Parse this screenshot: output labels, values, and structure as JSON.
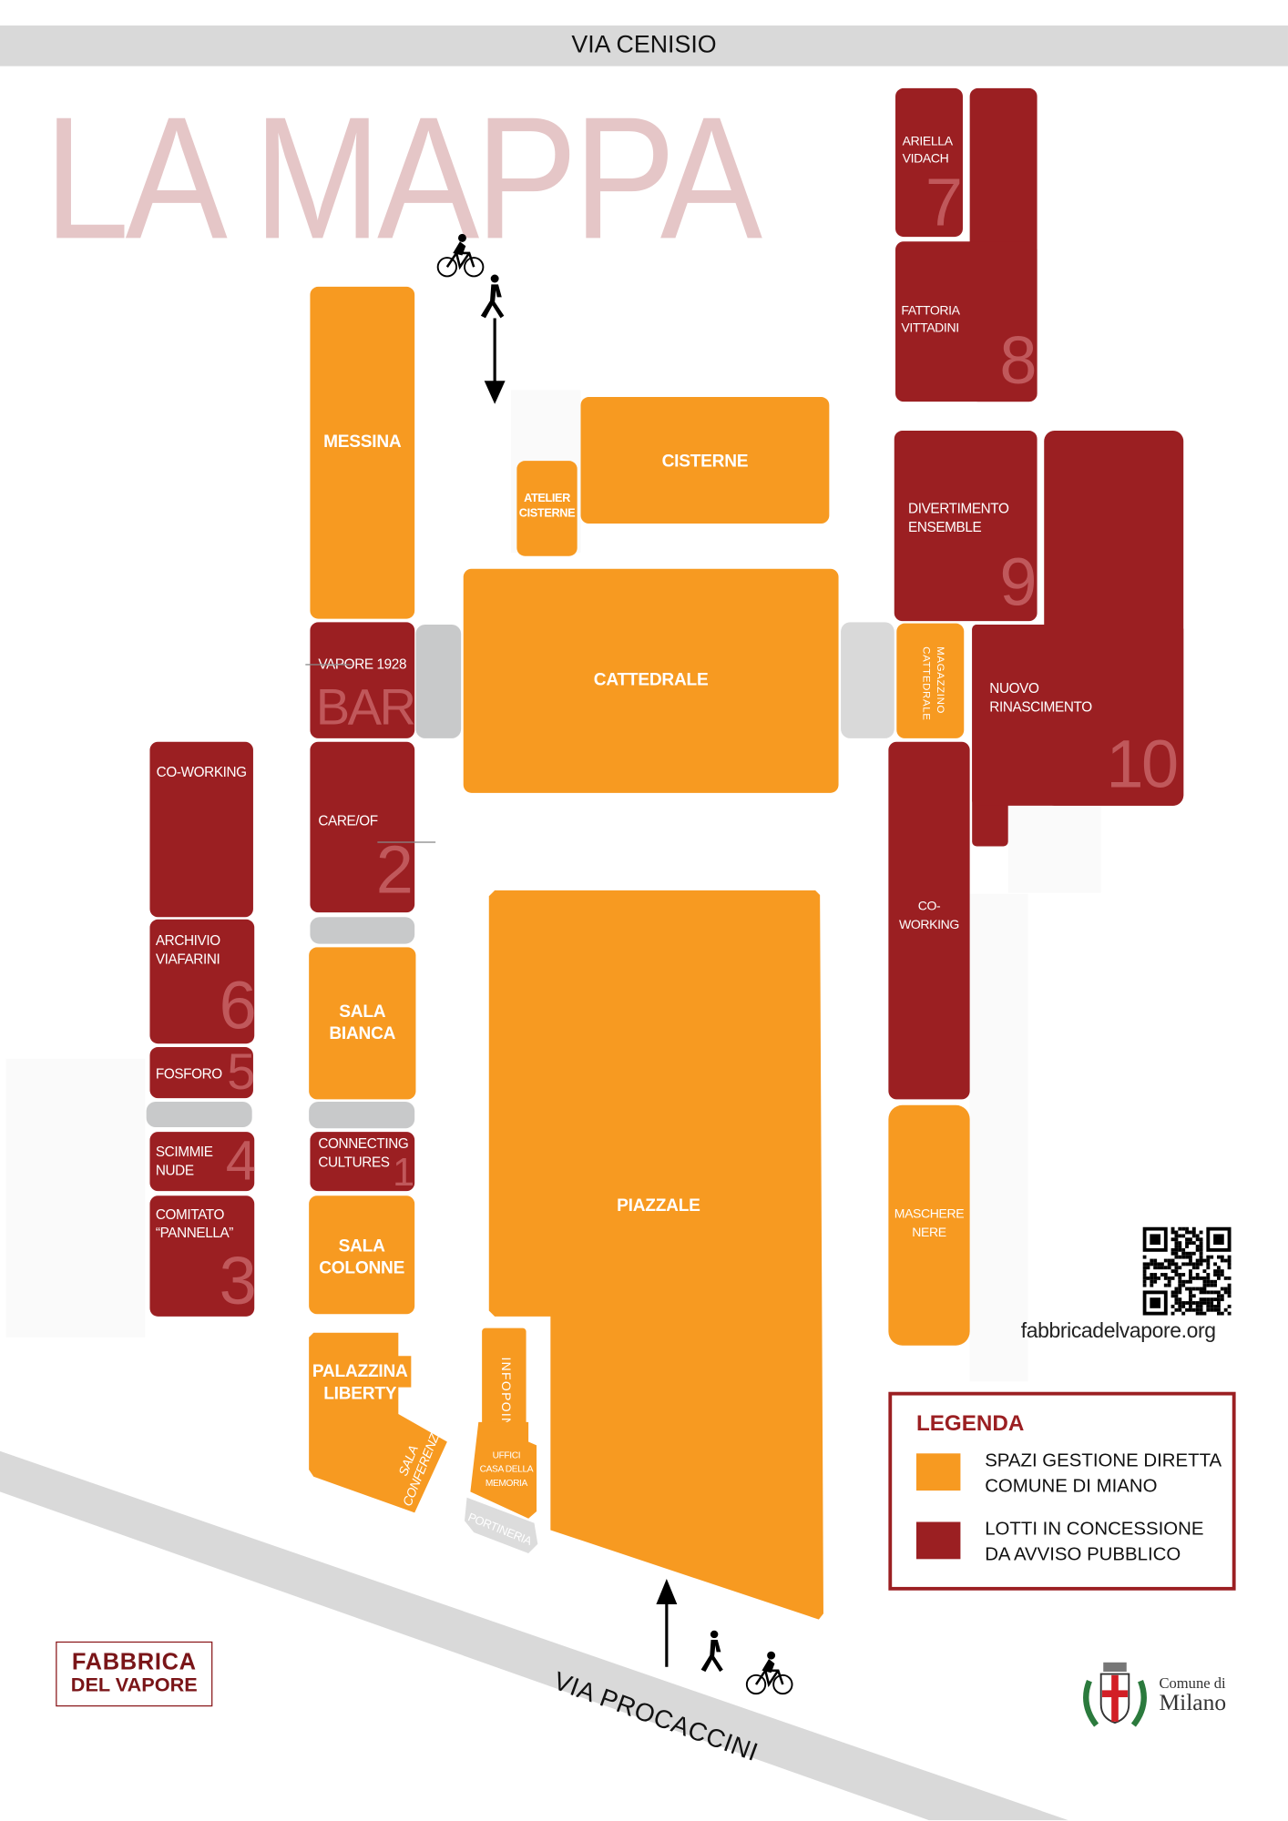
{
  "streets": {
    "north": "VIA CENISIO",
    "south": "VIA PROCACCINI"
  },
  "title": "LA MAPPA",
  "buildings": {
    "messina": "MESSINA",
    "cisterne": "CISTERNE",
    "atelier_cisterne": [
      "ATELIER",
      "CISTERNE"
    ],
    "cattedrale": "CATTEDRALE",
    "vapore_bar": {
      "label": "VAPORE 1928",
      "tag": "BAR"
    },
    "care_of": {
      "label": "CARE/OF",
      "number": "2"
    },
    "coworking_left": "CO-WORKING",
    "archivio": {
      "label": [
        "ARCHIVIO",
        "VIAFARINI"
      ],
      "number": "6"
    },
    "fosforo": {
      "label": "FOSFORO",
      "number": "5"
    },
    "scimmie": {
      "label": [
        "SCIMMIE",
        "NUDE"
      ],
      "number": "4"
    },
    "comitato": {
      "label": [
        "COMITATO",
        "“PANNELLA”"
      ],
      "number": "3"
    },
    "sala_bianca": [
      "SALA",
      "BIANCA"
    ],
    "connecting": {
      "label": [
        "CONNECTING",
        "CULTURES"
      ],
      "number": "1"
    },
    "sala_colonne": [
      "SALA",
      "COLONNE"
    ],
    "piazzale": "PIAZZALE",
    "palazzina": [
      "PALAZZINA",
      "LIBERTY"
    ],
    "sala_conferenze": [
      "SALA",
      "CONFERENZE"
    ],
    "infopoint": "INFOPOINT",
    "uffici": [
      "UFFICI",
      "CASA DELLA",
      "MEMORIA"
    ],
    "portineria": "PORTINERIA",
    "ariella": {
      "label": [
        "ARIELLA",
        "VIDACH"
      ],
      "number": "7"
    },
    "fattoria": {
      "label": [
        "FATTORIA",
        "VITTADINI"
      ],
      "number": "8"
    },
    "divertimento": {
      "label": [
        "DIVERTIMENTO",
        "ENSEMBLE"
      ],
      "number": "9"
    },
    "magazzino": [
      "MAGAZZINO",
      "CATTEDRALE"
    ],
    "nuovo": {
      "label": [
        "NUOVO",
        "RINASCIMENTO"
      ],
      "number": "10"
    },
    "coworking_right": "CO-WORKING",
    "maschere": [
      "MASCHERE",
      "NERE"
    ]
  },
  "website": "fabbricadelvapore.org",
  "legend": {
    "title": "LEGENDA",
    "items": [
      {
        "label": [
          "SPAZI GESTIONE DIRETTA",
          "COMUNE DI MIANO"
        ],
        "color": "#f79a21"
      },
      {
        "label": [
          "LOTTI IN CONCESSIONE",
          "DA AVVISO PUBBLICO"
        ],
        "color": "#9b1f22"
      }
    ]
  },
  "logos": {
    "fabbrica": [
      "FABBRICA",
      "DEL VAPORE"
    ],
    "comune": [
      "Comune di",
      "Milano"
    ]
  },
  "colors": {
    "orange": "#f79a21",
    "red": "#9b1f22",
    "title": "#e5c6c7",
    "road": "#d9d9d9"
  }
}
